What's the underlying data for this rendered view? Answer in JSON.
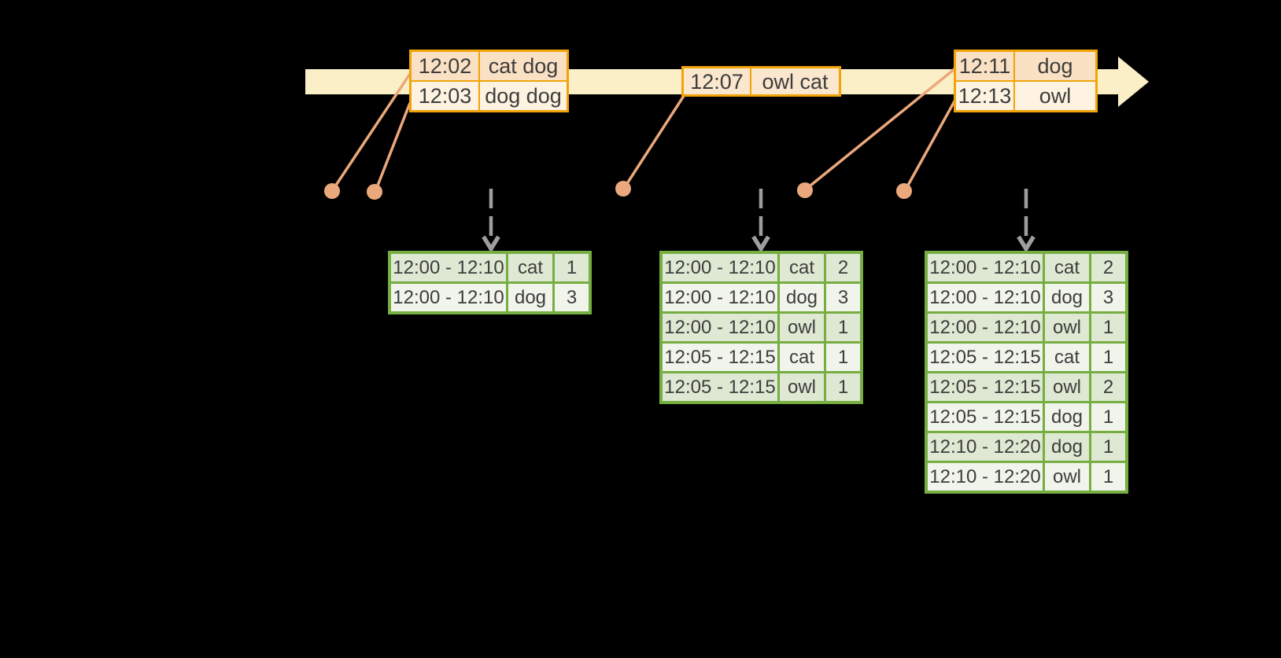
{
  "colors": {
    "background": "#000000",
    "timeline_band": "#fbefc7",
    "event_table_border": "#f1a308",
    "event_row_peach": "#fae1c3",
    "event_row_cream": "#fdf3e0",
    "event_row_mid": "#fae7cd",
    "leader_line": "#eba87c",
    "trigger_arrow_gray": "#9e9e9e",
    "result_table_border": "#76ae42",
    "result_row_dark": "#dee8d2",
    "result_row_light": "#f1f4eb",
    "text": "#3d3d3d"
  },
  "event_tables": [
    {
      "rows": [
        {
          "time": "12:02",
          "words": "cat dog"
        },
        {
          "time": "12:03",
          "words": "dog dog"
        }
      ]
    },
    {
      "rows": [
        {
          "time": "12:07",
          "words": "owl cat"
        }
      ]
    },
    {
      "rows": [
        {
          "time": "12:11",
          "words": "dog"
        },
        {
          "time": "12:13",
          "words": "owl"
        }
      ]
    }
  ],
  "result_tables": [
    {
      "rows": [
        {
          "window": "12:00 - 12:10",
          "word": "cat",
          "count": "1"
        },
        {
          "window": "12:00 - 12:10",
          "word": "dog",
          "count": "3"
        }
      ]
    },
    {
      "rows": [
        {
          "window": "12:00 - 12:10",
          "word": "cat",
          "count": "2"
        },
        {
          "window": "12:00 - 12:10",
          "word": "dog",
          "count": "3"
        },
        {
          "window": "12:00 - 12:10",
          "word": "owl",
          "count": "1"
        },
        {
          "window": "12:05 - 12:15",
          "word": "cat",
          "count": "1"
        },
        {
          "window": "12:05 - 12:15",
          "word": "owl",
          "count": "1"
        }
      ]
    },
    {
      "rows": [
        {
          "window": "12:00 - 12:10",
          "word": "cat",
          "count": "2"
        },
        {
          "window": "12:00 - 12:10",
          "word": "dog",
          "count": "3"
        },
        {
          "window": "12:00 - 12:10",
          "word": "owl",
          "count": "1"
        },
        {
          "window": "12:05 - 12:15",
          "word": "cat",
          "count": "1"
        },
        {
          "window": "12:05 - 12:15",
          "word": "owl",
          "count": "2"
        },
        {
          "window": "12:05 - 12:15",
          "word": "dog",
          "count": "1"
        },
        {
          "window": "12:10 - 12:20",
          "word": "dog",
          "count": "1"
        },
        {
          "window": "12:10 - 12:20",
          "word": "owl",
          "count": "1"
        }
      ]
    }
  ]
}
